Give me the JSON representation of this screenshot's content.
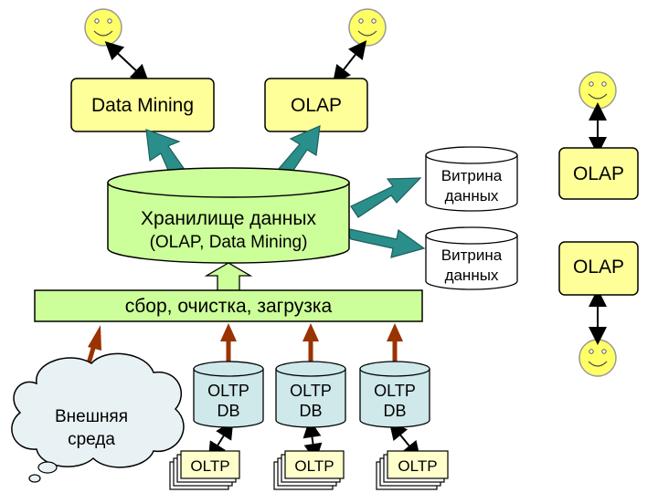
{
  "boxes": {
    "data_mining": "Data Mining",
    "olap_top": "OLAP",
    "olap_right_1": "OLAP",
    "olap_right_2": "OLAP"
  },
  "warehouse": {
    "line1": "Хранилище данных",
    "line2": "(OLAP, Data Mining)"
  },
  "marts": [
    {
      "line1": "Витрина",
      "line2": "данных"
    },
    {
      "line1": "Витрина",
      "line2": "данных"
    }
  ],
  "etl_bar": "сбор, очистка, загрузка",
  "cloud": {
    "line1": "Внешняя",
    "line2": "среда"
  },
  "oltp_dbs": [
    {
      "line1": "OLTP",
      "line2": "DB"
    },
    {
      "line1": "OLTP",
      "line2": "DB"
    },
    {
      "line1": "OLTP",
      "line2": "DB"
    }
  ],
  "oltp_stacks": [
    "OLTP",
    "OLTP",
    "OLTP"
  ],
  "colors": {
    "box_fill": "#ffff99",
    "cyl_fill": "#ccff99",
    "db_fill": "#cfe8ea",
    "teal_arrow": "#2a8f8a",
    "brown_arrow": "#993300",
    "face": "#ffff66"
  }
}
